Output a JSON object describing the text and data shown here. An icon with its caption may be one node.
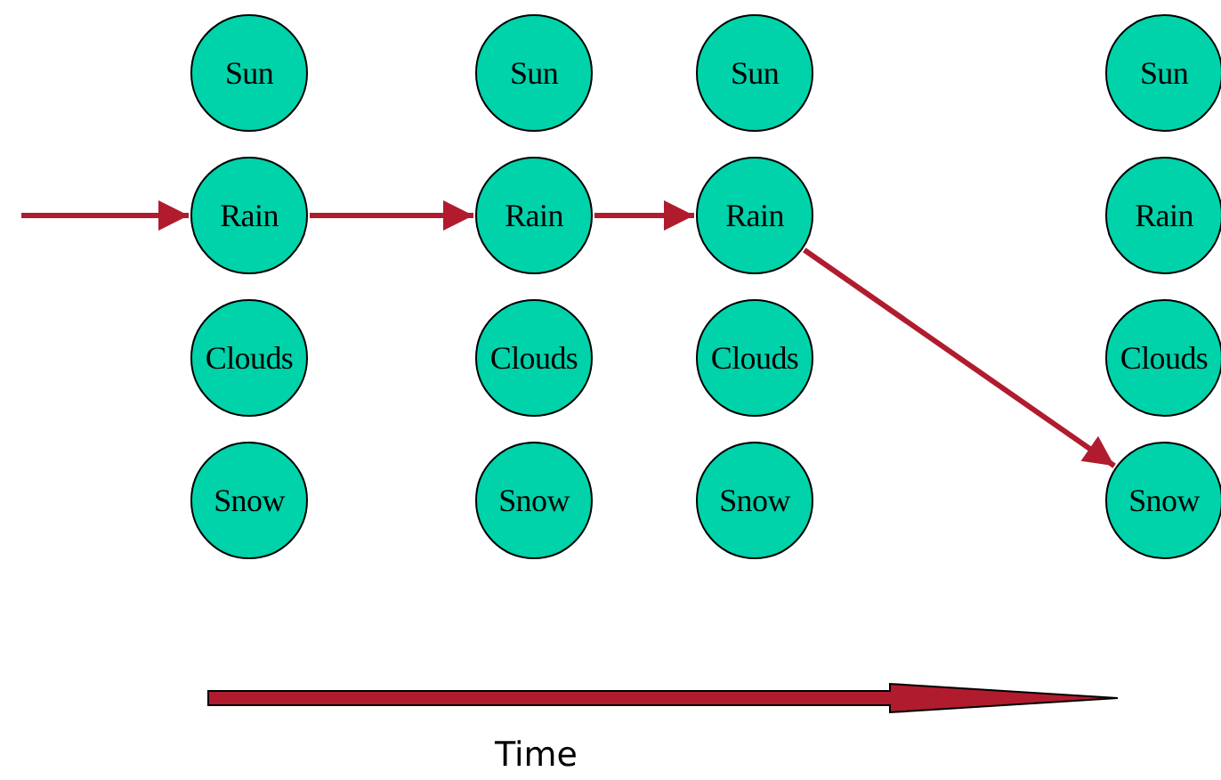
{
  "diagram": {
    "nodes": [
      {
        "text": [
          "Sun"
        ]
      },
      {
        "text": [
          "Sun"
        ]
      },
      {
        "text": [
          "Sun"
        ]
      },
      {
        "text": [
          "Sun"
        ]
      },
      {
        "text": [
          "Rain"
        ]
      },
      {
        "text": [
          "Rain"
        ]
      },
      {
        "text": [
          "Rain"
        ]
      },
      {
        "text": [
          "Rain"
        ]
      },
      {
        "text": [
          "Clouds"
        ]
      },
      {
        "text": [
          "Clouds"
        ]
      },
      {
        "text": [
          "Clouds"
        ]
      },
      {
        "text": [
          "Clouds"
        ]
      },
      {
        "text": [
          "Snow"
        ]
      },
      {
        "text": [
          "Snow"
        ]
      },
      {
        "text": [
          "Snow"
        ]
      },
      {
        "text": [
          "Snow"
        ]
      }
    ],
    "edges": [
      {
        "from": null,
        "to": 4,
        "arrow": "to"
      },
      {
        "from": 4,
        "to": 5,
        "arrow": "to"
      },
      {
        "from": 5,
        "to": 6,
        "arrow": "to"
      },
      {
        "from": 6,
        "to": 15,
        "arrow": "to"
      }
    ],
    "labels": [
      "Time"
    ]
  }
}
